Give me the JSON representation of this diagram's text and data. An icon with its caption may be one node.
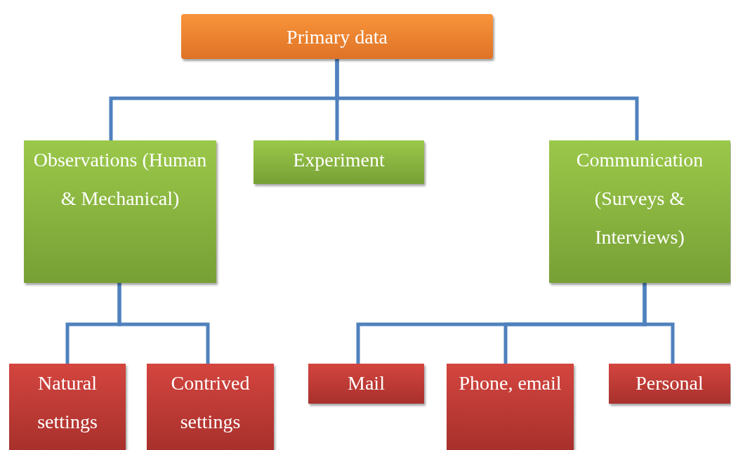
{
  "diagram": {
    "nodes": [
      {
        "text": [
          "Primary data"
        ]
      },
      {
        "text": [
          "Observations (Human & Mechanical)"
        ]
      },
      {
        "text": [
          "Experiment"
        ]
      },
      {
        "text": [
          "Communication (Surveys & Interviews)"
        ]
      },
      {
        "text": [
          "Natural settings"
        ]
      },
      {
        "text": [
          "Contrived settings"
        ]
      },
      {
        "text": [
          "Mail"
        ]
      },
      {
        "text": [
          "Phone, email"
        ]
      },
      {
        "text": [
          "Personal"
        ]
      }
    ],
    "edges": [
      {
        "from": 0,
        "to": 1,
        "arrow": "none"
      },
      {
        "from": 0,
        "to": 2,
        "arrow": "none"
      },
      {
        "from": 0,
        "to": 3,
        "arrow": "none"
      },
      {
        "from": 1,
        "to": 4,
        "arrow": "none"
      },
      {
        "from": 1,
        "to": 5,
        "arrow": "none"
      },
      {
        "from": 3,
        "to": 6,
        "arrow": "none"
      },
      {
        "from": 3,
        "to": 7,
        "arrow": "none"
      },
      {
        "from": 3,
        "to": 8,
        "arrow": "none"
      }
    ]
  }
}
